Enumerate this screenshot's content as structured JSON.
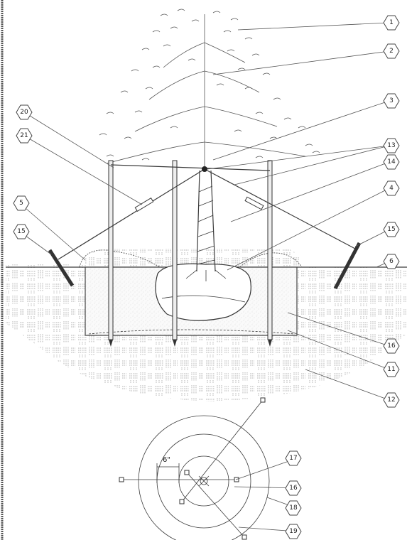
{
  "callouts": [
    "1",
    "2",
    "3",
    "4",
    "5",
    "6",
    "11",
    "12",
    "13",
    "14",
    "15",
    "15",
    "16",
    "16",
    "17",
    "18",
    "19",
    "20",
    "21"
  ],
  "dimension_label": "6\""
}
